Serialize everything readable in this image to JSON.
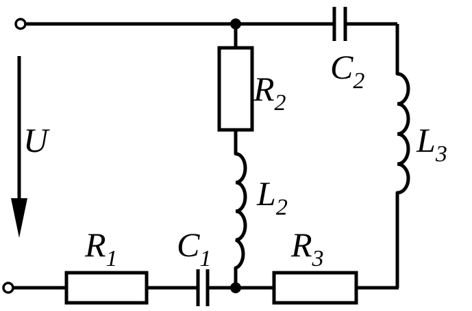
{
  "diagram": {
    "voltage": {
      "symbol": "U"
    },
    "components": {
      "R1": {
        "symbol": "R",
        "index": "1"
      },
      "R2": {
        "symbol": "R",
        "index": "2"
      },
      "R3": {
        "symbol": "R",
        "index": "3"
      },
      "C1": {
        "symbol": "C",
        "index": "1"
      },
      "C2": {
        "symbol": "C",
        "index": "2"
      },
      "L2": {
        "symbol": "L",
        "index": "2"
      },
      "L3": {
        "symbol": "L",
        "index": "3"
      }
    }
  }
}
